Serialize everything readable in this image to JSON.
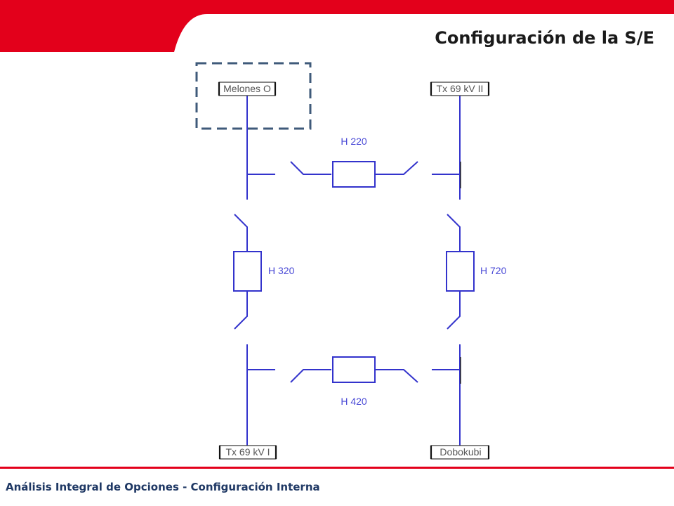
{
  "slide": {
    "title": "Configuración de la S/E",
    "footer": "Análisis Integral de Opciones - Configuración Interna"
  },
  "colors": {
    "brand_red": "#e3001b",
    "line_blue": "#3333cc",
    "label_blue": "#4a4ad6",
    "highlight_box": "#3f5a7a"
  },
  "diagram": {
    "feeders": {
      "top_left": "Melones O",
      "top_right": "Tx 69 kV II",
      "bottom_left": "Tx 69 kV I",
      "bottom_right": "Dobokubi"
    },
    "breakers": {
      "top": "H 220",
      "left": "H 320",
      "right": "H 720",
      "bottom": "H 420"
    }
  }
}
